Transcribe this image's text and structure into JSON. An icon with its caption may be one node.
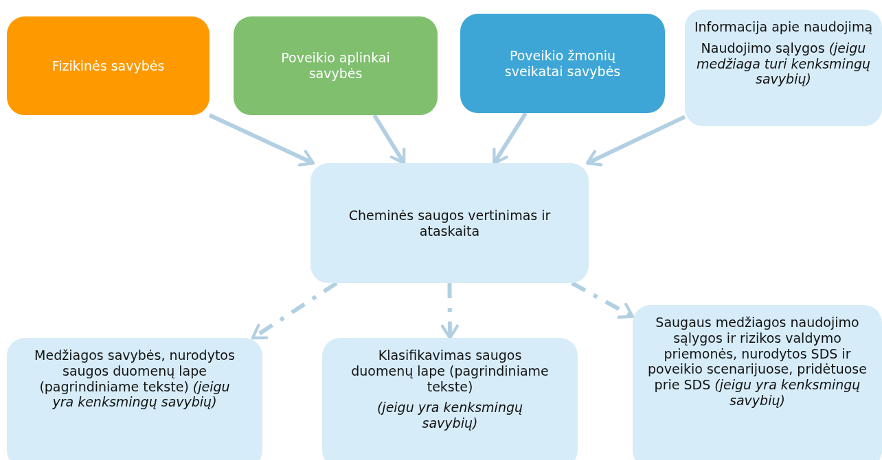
{
  "diagram": {
    "nodes": [
      {
        "text": [
          "Fizikinės savybės"
        ]
      },
      {
        "text": [
          "Poveikio aplinkai savybės"
        ]
      },
      {
        "text": [
          "Poveikio žmonių sveikatai savybės"
        ]
      },
      {
        "text": [
          "Informacija apie naudojimą",
          "Naudojimo sąlygos *(jeigu medžiaga turi kenksmingų savybių)*"
        ]
      },
      {
        "text": [
          "Cheminės saugos vertinimas ir ataskaita"
        ]
      },
      {
        "text": [
          "Medžiagos savybės, nurodytos saugos duomenų lape (pagrindiniame tekste) *(jeigu yra kenksmingų savybių)*"
        ]
      },
      {
        "text": [
          "Klasifikavimas saugos duomenų lape (pagrindiniame tekste)",
          "*(jeigu yra kenksmingų savybių)*"
        ]
      },
      {
        "text": [
          "Saugaus medžiagos naudojimo sąlygos ir rizikos valdymo priemonės, nurodytos SDS ir poveikio scenarijuose, pridėtuose prie SDS *(jeigu yra kenksmingų savybių)*"
        ]
      }
    ],
    "edges": [
      {
        "from": 0,
        "to": 4,
        "arrow": "to"
      },
      {
        "from": 1,
        "to": 4,
        "arrow": "to"
      },
      {
        "from": 2,
        "to": 4,
        "arrow": "to"
      },
      {
        "from": 3,
        "to": 4,
        "arrow": "to"
      },
      {
        "from": 4,
        "to": 5,
        "arrow": "to",
        "style": "dashed"
      },
      {
        "from": 4,
        "to": 6,
        "arrow": "to",
        "style": "dashed"
      },
      {
        "from": 4,
        "to": 7,
        "arrow": "to",
        "style": "dashed"
      }
    ]
  }
}
